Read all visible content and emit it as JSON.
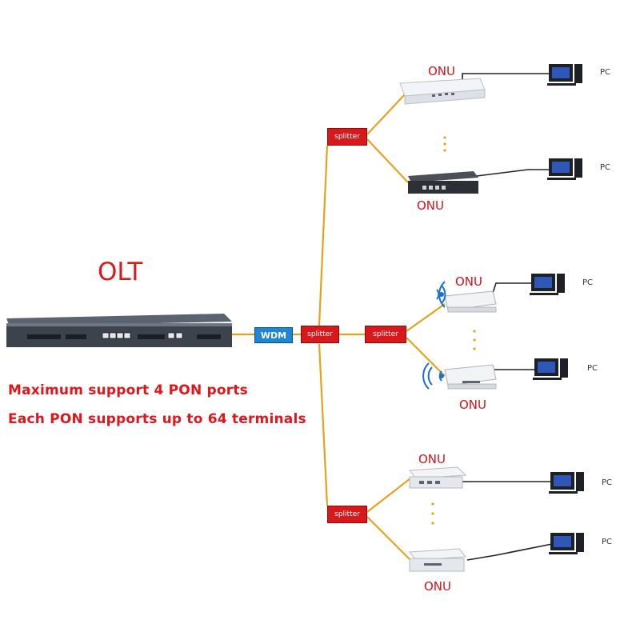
{
  "olt": {
    "title": "OLT"
  },
  "notes": {
    "line1": "Maximum support 4 PON ports",
    "line2": "Each PON supports up to 64 terminals"
  },
  "wdm_label": "WDM",
  "splitter_label": "splitter",
  "onu_label": "ONU",
  "pc_label": "PC",
  "colors": {
    "fiber": "#e6a21a",
    "label_red": "#e0161b",
    "splitter_red": "#d8191c",
    "wdm_blue": "#1f86d6",
    "cable": "#222222"
  },
  "icons": [
    "olt-device-icon",
    "onu-device-icon",
    "pc-icon",
    "wifi-signal-icon",
    "ellipsis-dots-icon"
  ]
}
